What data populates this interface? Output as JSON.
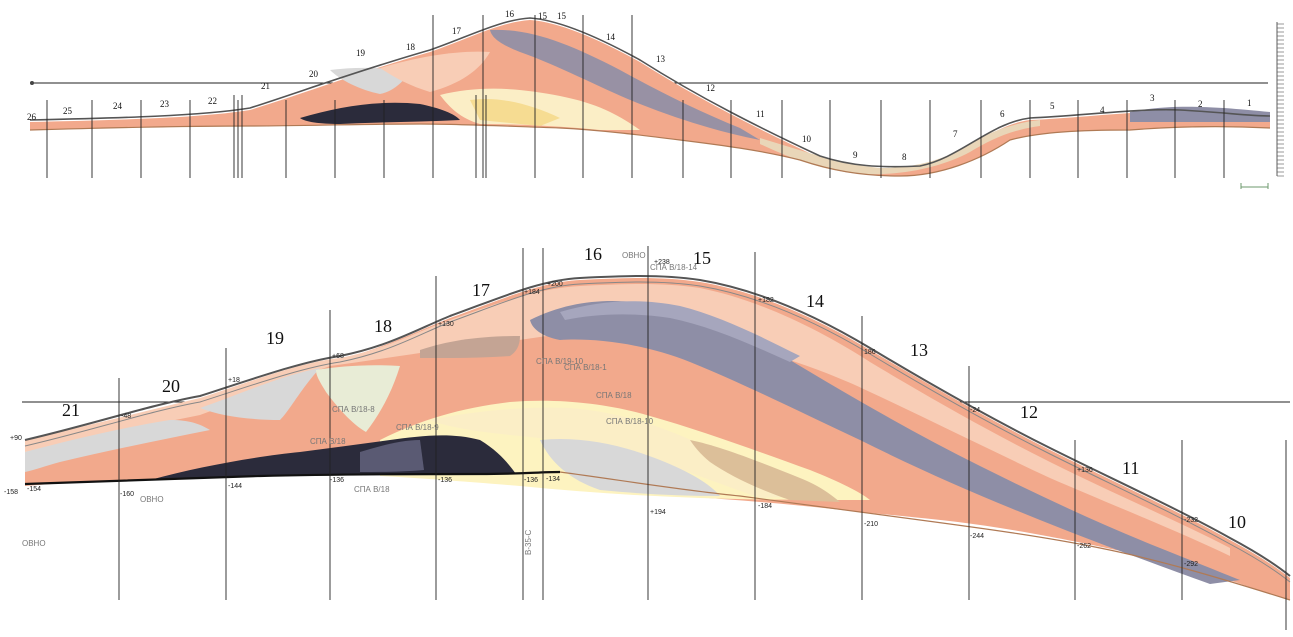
{
  "overview": {
    "section_numbers": [
      "26",
      "25",
      "24",
      "23",
      "22",
      "21",
      "20",
      "19",
      "18",
      "17",
      "16",
      "15",
      "14",
      "13",
      "12",
      "11",
      "10",
      "9",
      "8",
      "7",
      "6",
      "5",
      "4",
      "3",
      "2",
      "1"
    ],
    "top_note": "15"
  },
  "detail": {
    "section_numbers": [
      "21",
      "20",
      "19",
      "18",
      "17",
      "16",
      "15",
      "14",
      "13",
      "12",
      "11",
      "10"
    ],
    "elevation_labels": [
      "+90",
      "-48",
      "+18",
      "+68",
      "+130",
      "+184",
      "+200",
      "+238",
      "+182",
      "186",
      "-24",
      "+136",
      "-232",
      "-158",
      "-154",
      "-160",
      "-144",
      "-136",
      "-136",
      "-136",
      "-134",
      "+194",
      "-184",
      "-210",
      "-244",
      "-262",
      "-292"
    ],
    "annotations": [
      "СПА В/18-14",
      "СПА В/18-8",
      "СПА В/18",
      "СПА В/18-9",
      "СПА В/18",
      "СПА В/19-10",
      "СПА В/18",
      "СПА В/18-10",
      "СПА В/18-1",
      "ОВНО",
      "B-35-C",
      "ОВНО"
    ],
    "left_note": "ОВНО"
  },
  "colors": {
    "salmon": "#f2a98c",
    "light_salmon": "#f8cdb6",
    "cream": "#fbeec6",
    "pale_yellow": "#fdf3c0",
    "gray_hatch": "#8e8ea6",
    "light_gray": "#d8d8d8",
    "dark_hatch": "#2b2b3b",
    "beige": "#e9d6b8",
    "tan": "#dcbf99",
    "surface": "#555555",
    "green_line": "#6d9a6d",
    "ground_line": "#b07a55"
  }
}
